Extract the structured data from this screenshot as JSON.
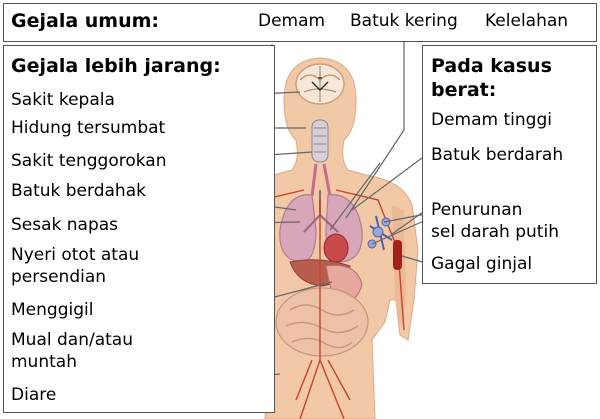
{
  "common": {
    "heading": "Gejala umum:",
    "items": [
      "Demam",
      "Batuk kering",
      "Kelelahan"
    ]
  },
  "less_common": {
    "heading": "Gejala lebih jarang:",
    "items": [
      "Sakit kepala",
      "Hidung tersumbat",
      "Sakit tenggorokan",
      "Batuk berdahak",
      "Sesak napas",
      "Nyeri otot atau",
      "persendian",
      "Menggigil",
      "Mual dan/atau",
      "muntah",
      "Diare"
    ]
  },
  "severe": {
    "heading_line1": "Pada kasus",
    "heading_line2": "berat:",
    "items": [
      "Demam tinggi",
      "Batuk berdarah",
      "Penurunan",
      "sel darah putih",
      "Gagal ginjal"
    ]
  },
  "colors": {
    "skin": "#f2c9a6",
    "skin_dark": "#e3a98a",
    "vessel": "#c8422b",
    "border": "#555555"
  }
}
